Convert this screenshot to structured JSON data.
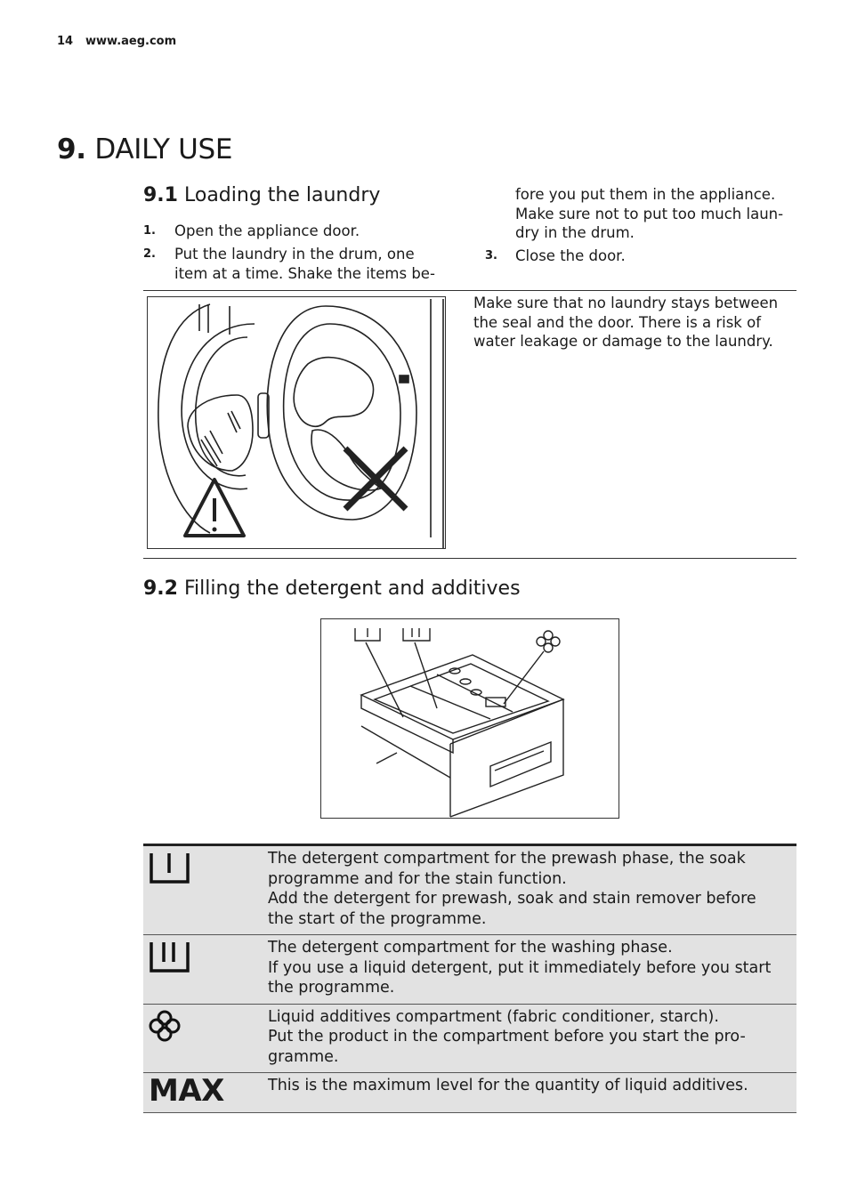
{
  "header": {
    "page_number": "14",
    "website": "www.aeg.com"
  },
  "chapter": {
    "number": "9.",
    "title": "DAILY USE"
  },
  "section1": {
    "number": "9.1",
    "title": "Loading the laundry",
    "steps": [
      {
        "n": "1.",
        "lines": [
          "Open the appliance door."
        ]
      },
      {
        "n": "2.",
        "lines": [
          "Put the laundry in the drum, one",
          "item at a time. Shake the items be-"
        ]
      },
      {
        "n": "",
        "lines": [
          "fore you put them in the appliance.",
          "Make sure not to put too much laun-",
          "dry in the drum."
        ]
      },
      {
        "n": "3.",
        "lines": [
          "Close the door."
        ]
      }
    ],
    "warning_lines": [
      "Make sure that no laundry stays between",
      "the seal and the door. There is a risk of",
      "water leakage or damage to the laundry."
    ]
  },
  "section2": {
    "number": "9.2",
    "title": "Filling the detergent and additives",
    "rows": [
      {
        "icon": "prewash-compartment-icon",
        "lines": [
          "The detergent compartment for the prewash phase, the soak",
          "programme and for the stain function.",
          "Add the detergent for prewash, soak and stain remover before",
          "the start of the programme."
        ]
      },
      {
        "icon": "wash-compartment-icon",
        "lines": [
          "The detergent compartment for the washing phase.",
          "If you use a liquid detergent, put it immediately before you start",
          "the programme."
        ]
      },
      {
        "icon": "flower-additives-icon",
        "lines": [
          "Liquid additives compartment (fabric conditioner, starch).",
          "Put the product in the compartment before you start the pro-",
          "gramme."
        ]
      },
      {
        "icon": "max-level-icon",
        "label": "MAX",
        "lines": [
          "This is the maximum level for the quantity of liquid additives."
        ]
      }
    ]
  }
}
